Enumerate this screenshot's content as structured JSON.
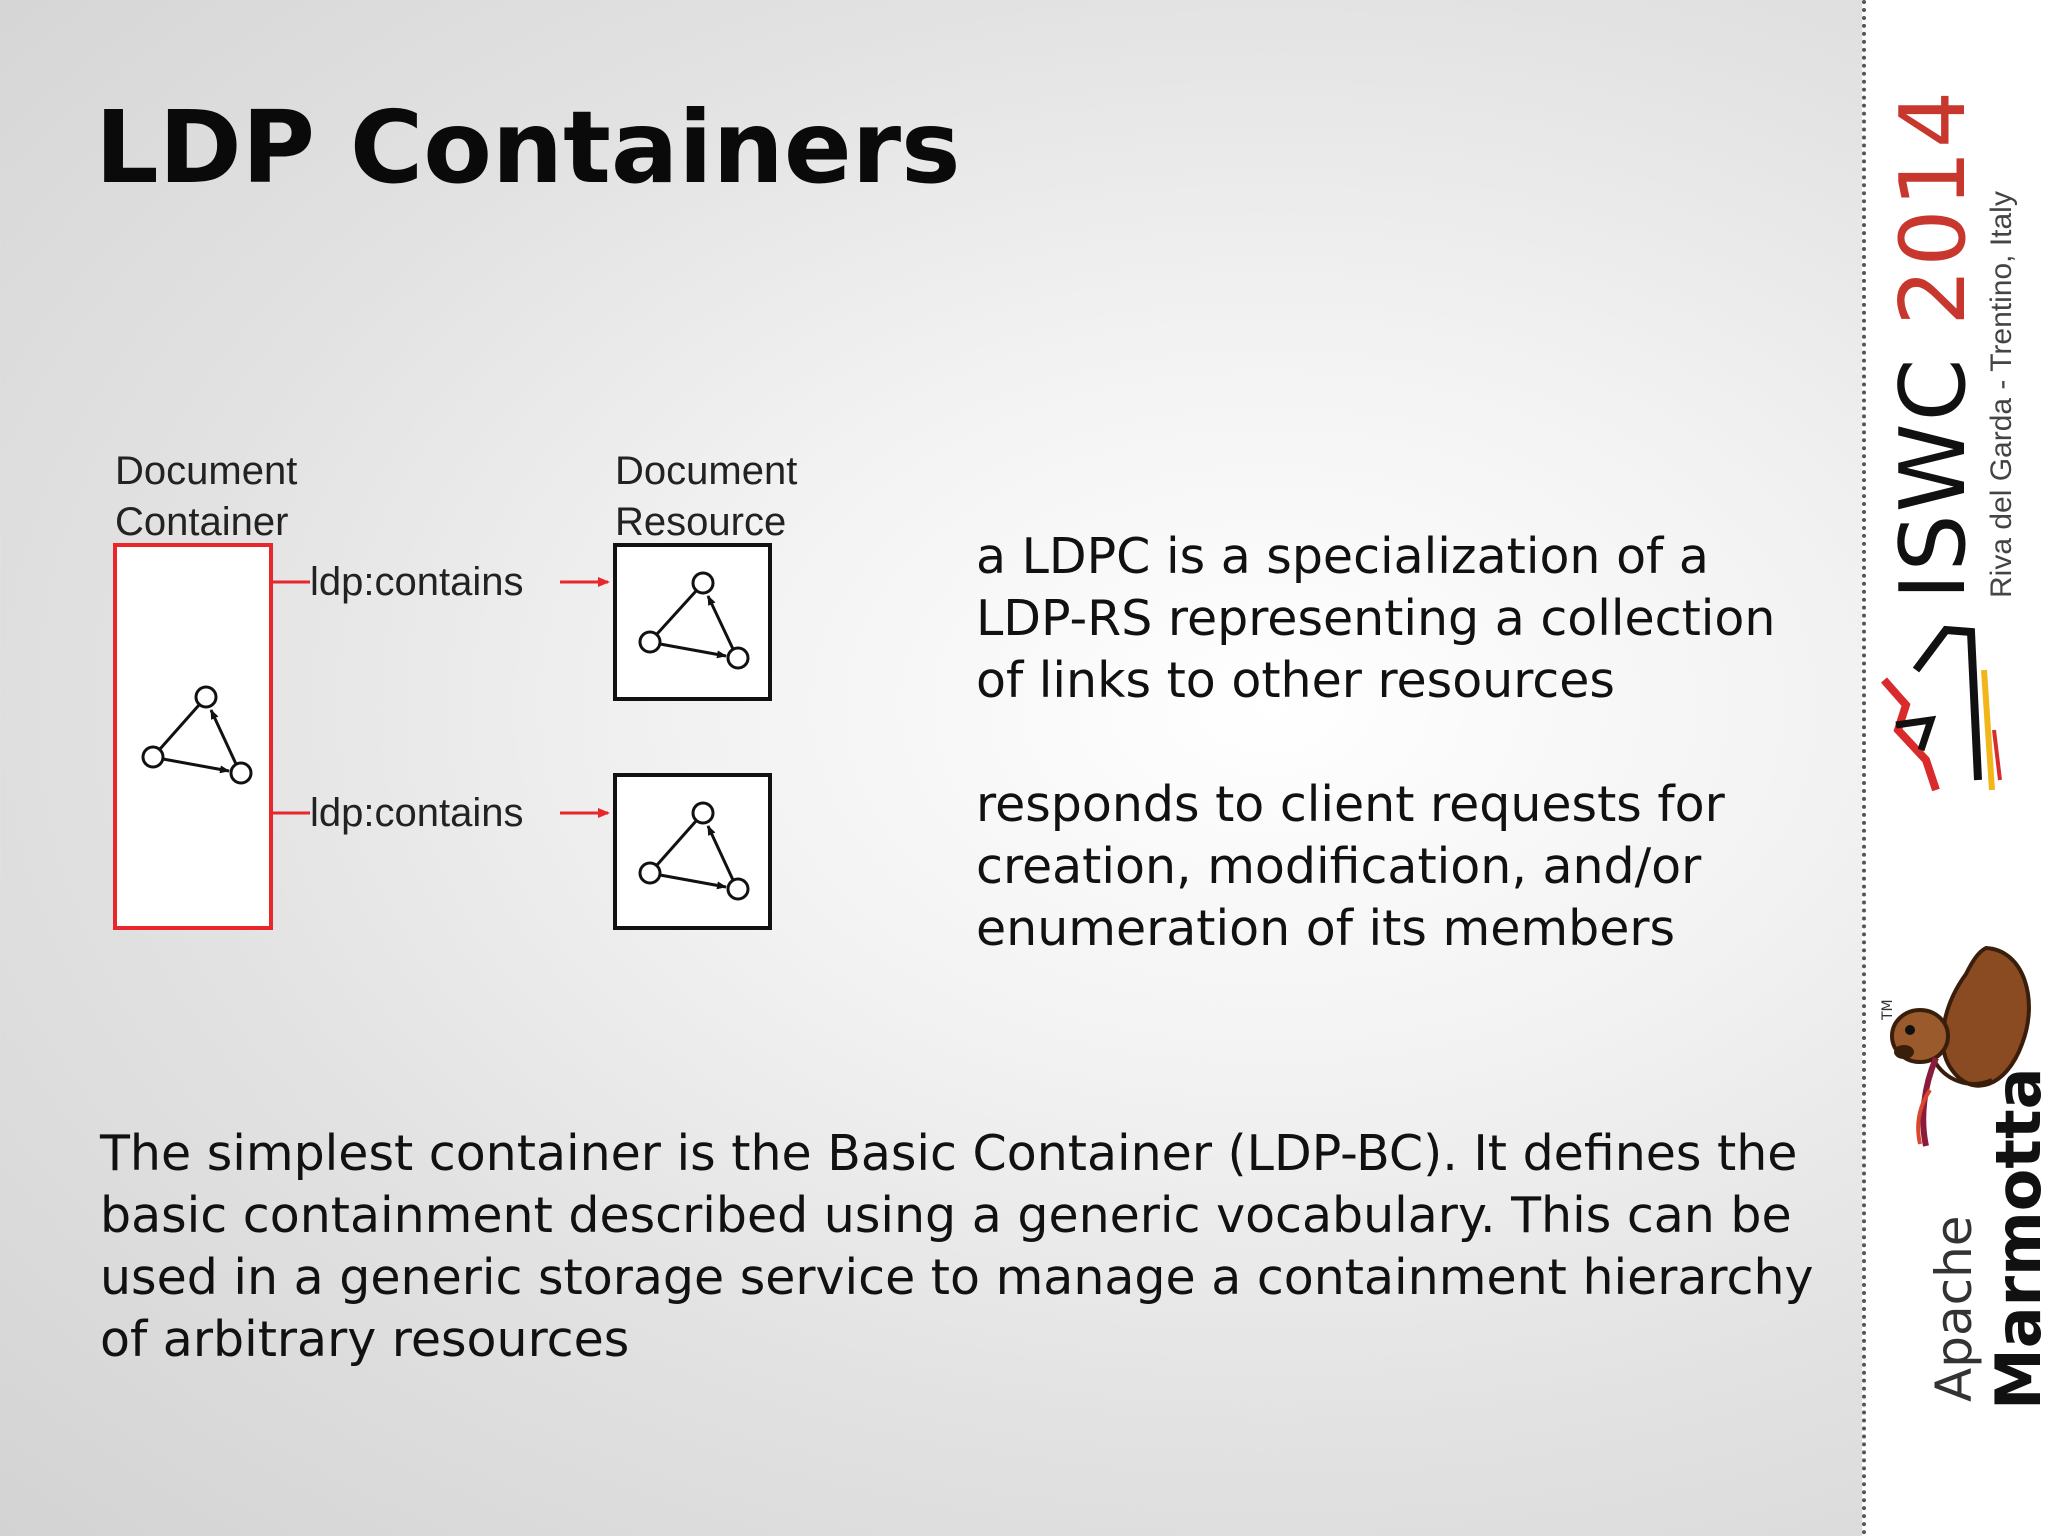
{
  "slide": {
    "title": "LDP Containers",
    "diagram": {
      "container_label_line1": "Document",
      "container_label_line2": "Container",
      "resource_label_line1": "Document",
      "resource_label_line2": "Resource",
      "edge_label_top": "ldp:contains",
      "edge_label_bottom": "ldp:contains",
      "container_color": "#e8262b",
      "arrow_color": "#e8262b"
    },
    "right_paragraphs": [
      [
        "a LDPC is a specialization of a",
        "LDP-RS representing a collection",
        "of links to other resources"
      ],
      [
        "responds to client requests for",
        "creation, modification, and/or",
        "enumeration of its members"
      ]
    ],
    "bottom_paragraph_lines": [
      "The simplest container is the Basic Container (LDP-BC). It defines the",
      "basic containment described using a generic vocabulary. This can be",
      "used in a generic storage service to manage a containment hierarchy",
      "of arbitrary resources"
    ]
  },
  "sidebar": {
    "conference_prefix": "ISWC ",
    "conference_year": "2014",
    "conference_location": "Riva del Garda - Trentino, Italy",
    "project_vendor": "Apache",
    "project_name": "Marmotta",
    "trademark": "TM",
    "accent_color": "#c8372d"
  }
}
